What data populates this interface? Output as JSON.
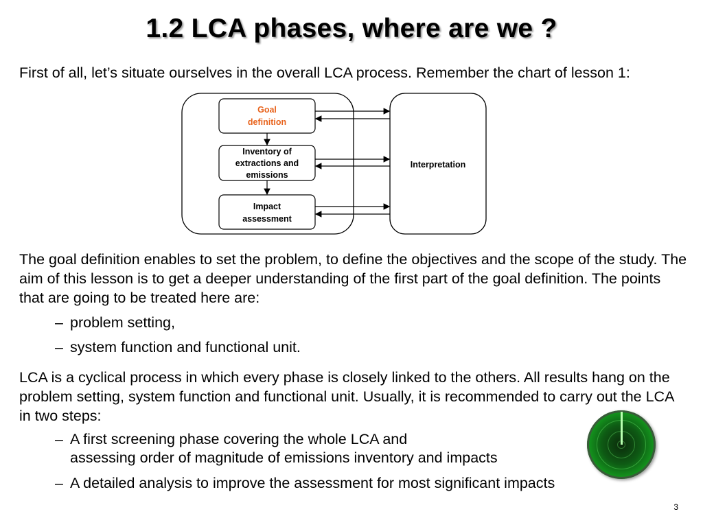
{
  "slide": {
    "title": "1.2 LCA phases, where are we ?",
    "intro": "First of all, let’s situate ourselves in the overall LCA process. Remember the chart of lesson 1:",
    "goal_paragraph": "The goal definition enables to set the problem, to define the objectives and the scope of the study. The aim of this lesson is to get a deeper understanding of the first part of the goal definition. The points that are going to be treated here are:",
    "points": [
      "problem setting,",
      "system function and functional unit."
    ],
    "cycle_paragraph": "LCA is a cyclical process in which every phase is closely linked to the others. All results hang on the problem setting, system function and functional unit. Usually, it is recommended to carry out the LCA in two steps:",
    "steps": {
      "first_line1": "A first screening phase covering the whole LCA and",
      "first_line2": "assessing order of magnitude of emissions inventory and impacts",
      "second": "A detailed analysis to improve the assessment for most significant impacts"
    },
    "bullet_symbol": "–",
    "page_number": "3"
  },
  "diagram": {
    "goal": [
      "Goal",
      "definition"
    ],
    "inventory": [
      "Inventory of",
      "extractions and",
      "emissions"
    ],
    "impact": [
      "Impact",
      "assessment"
    ],
    "interpretation": "Interpretation",
    "goal_color": "#e8641e"
  },
  "decoration": {
    "radar_icon": "radar-icon"
  }
}
